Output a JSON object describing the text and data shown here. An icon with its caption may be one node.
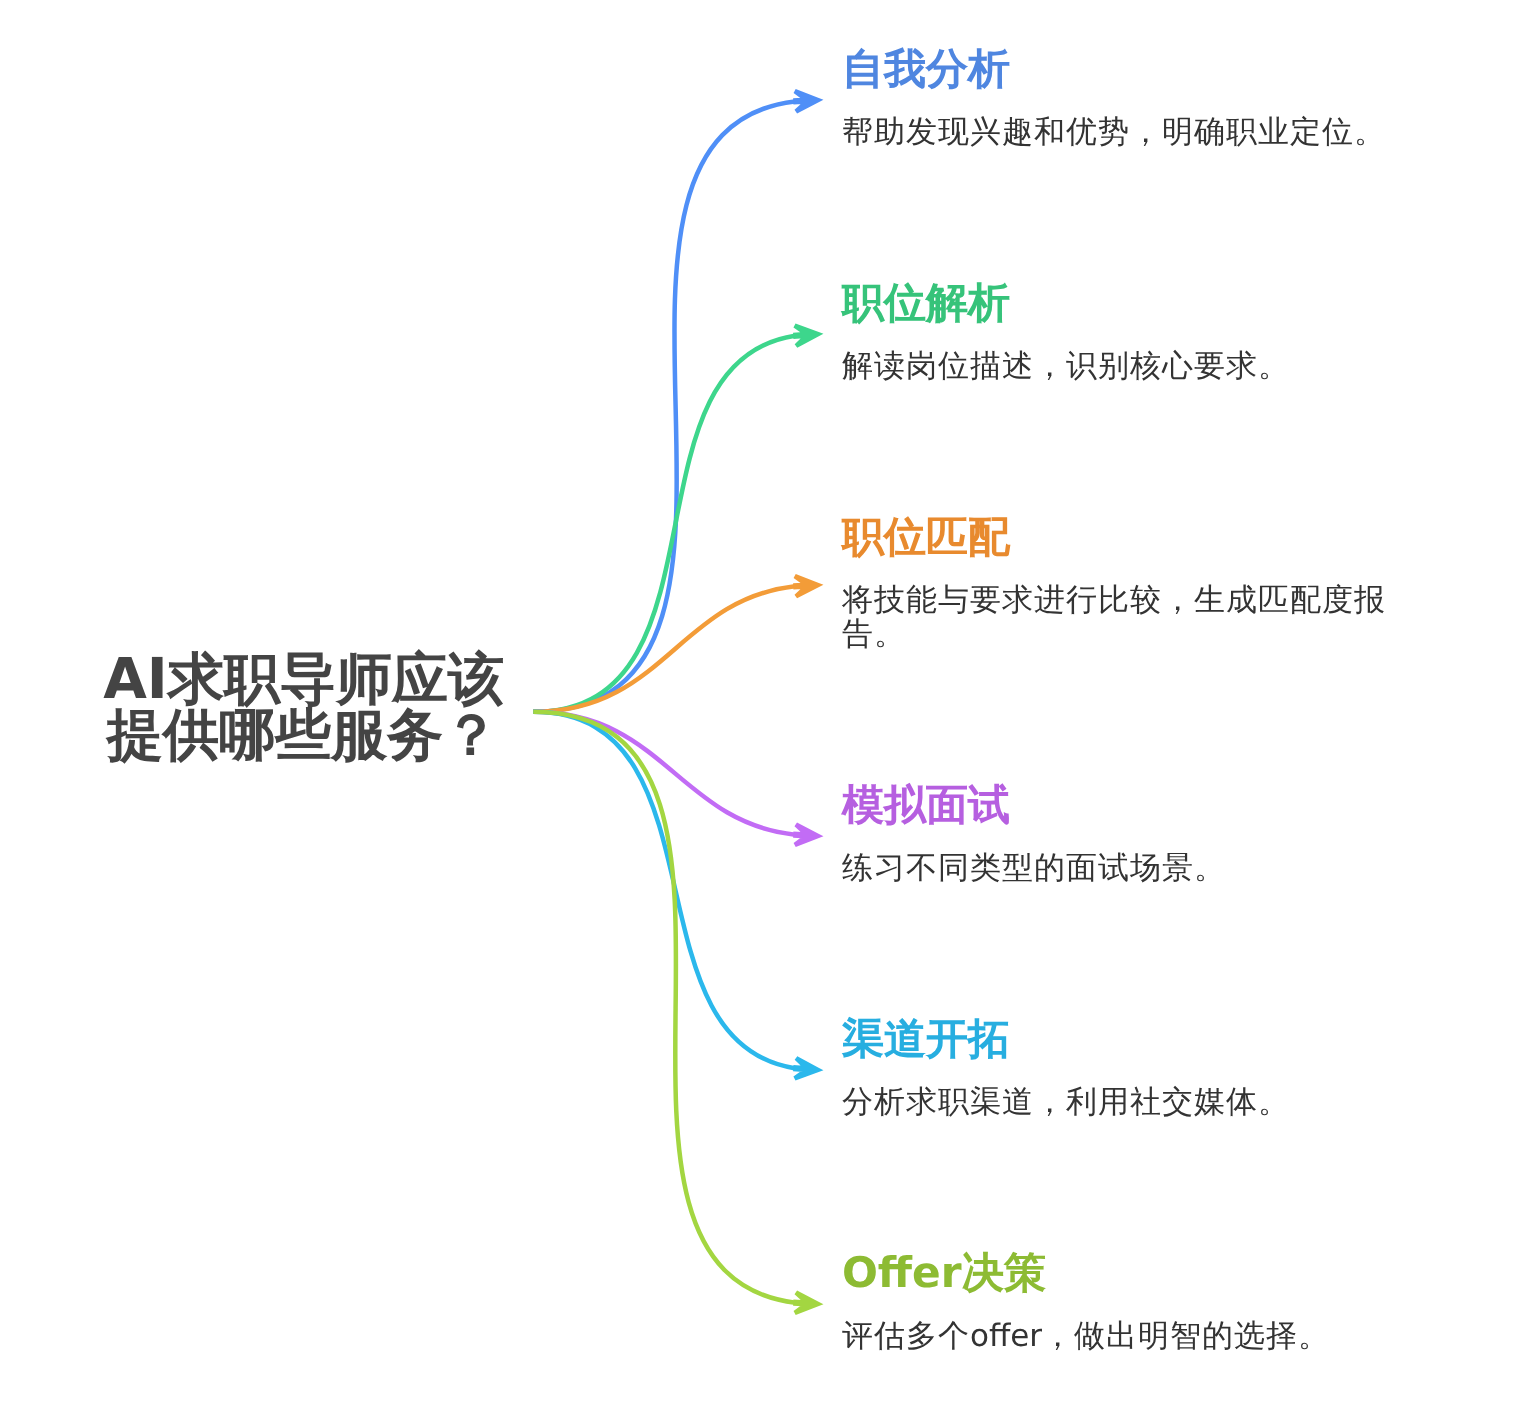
{
  "diagram": {
    "nodes": [
      {
        "text": [
          "AI求职导师应该提供哪些服务？"
        ]
      },
      {
        "text": [
          "自我分析",
          "帮助发现兴趣和优势，明确职业定位。"
        ]
      },
      {
        "text": [
          "职位解析",
          "解读岗位描述，识别核心要求。"
        ]
      },
      {
        "text": [
          "职位匹配",
          "将技能与要求进行比较，生成匹配度报告。"
        ]
      },
      {
        "text": [
          "模拟面试",
          "练习不同类型的面试场景。"
        ]
      },
      {
        "text": [
          "渠道开拓",
          "分析求职渠道，利用社交媒体。"
        ]
      },
      {
        "text": [
          "Offer决策",
          "评估多个offer，做出明智的选择。"
        ]
      }
    ],
    "edges": [
      {
        "from": 0,
        "to": 1,
        "arrow": "to",
        "color": "#4f8ff7"
      },
      {
        "from": 0,
        "to": 2,
        "arrow": "to",
        "color": "#3dd68c"
      },
      {
        "from": 0,
        "to": 3,
        "arrow": "to",
        "color": "#f39c38"
      },
      {
        "from": 0,
        "to": 4,
        "arrow": "to",
        "color": "#c26cf5"
      },
      {
        "from": 0,
        "to": 5,
        "arrow": "to",
        "color": "#2bb8ec"
      },
      {
        "from": 0,
        "to": 6,
        "arrow": "to",
        "color": "#a3d641"
      }
    ]
  }
}
